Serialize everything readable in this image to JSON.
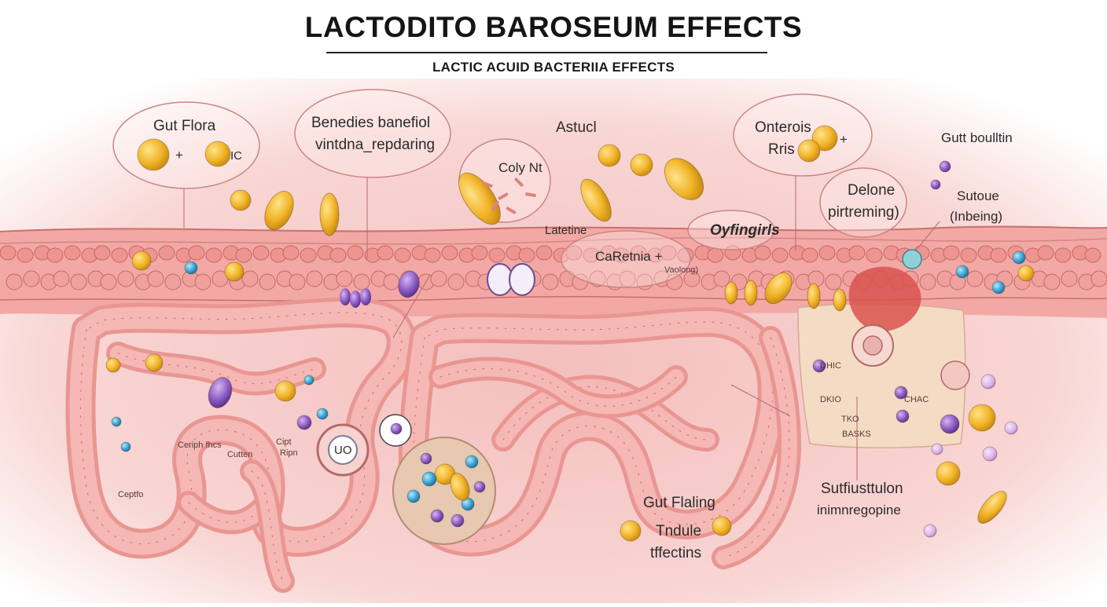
{
  "header": {
    "title": "LACTODITO BAROSEUM EFFECTS",
    "subtitle": "LACTIC ACUID BACTERIIA EFFECTS"
  },
  "labels": {
    "gut_flora": "Gut Flora",
    "gut_flora_plus": "+",
    "gut_flora_suffix": "IC",
    "benedies_line1": "Benedies banefiol",
    "benedies_line2": "vintdna_repdaring",
    "coly_nt": "Coly Nt",
    "astucl": "Astucl",
    "onterois": "Onterois",
    "rris": "Rris",
    "onterois_plus": "+",
    "gutt_boultin": "Gutt boulltin",
    "delone_line1": "Delone",
    "delone_line2": "pirtreming)",
    "sutoue_line1": "Sutoue",
    "sutoue_line2": "(Inbeing)",
    "oyfingirls": "Oyfingirls",
    "latetine": "Latetine",
    "caretnia": "CaRetnia +",
    "vaolong": "Vaolong)",
    "uo": "UO",
    "cipt_line1": "Cipt",
    "cipt_line2": "Ripn",
    "gut_flaling": "Gut Flaling",
    "tndule_line1": "Tndule",
    "tndule_line2": "tffectins",
    "sutf_line1": "Sutfiusttulon",
    "sutf_line2": "inimnregopine",
    "small_left1": "Ceriph fhcs",
    "small_left2": "Cutten",
    "small_left3": "Ceptfo",
    "small_right1": "DHIC",
    "small_right2": "DKIO",
    "small_right3": "CHAC",
    "small_right4": "TKO",
    "small_right5": "BASKS"
  },
  "colors": {
    "tissue": "#f3b3b0",
    "intestine": "#ee9f9c",
    "bacteria_yellow": "#f2b72b",
    "bacteria_purple": "#8c5bc4",
    "bacteria_blue": "#3aa5d6",
    "lesion": "#f4dcc4"
  }
}
